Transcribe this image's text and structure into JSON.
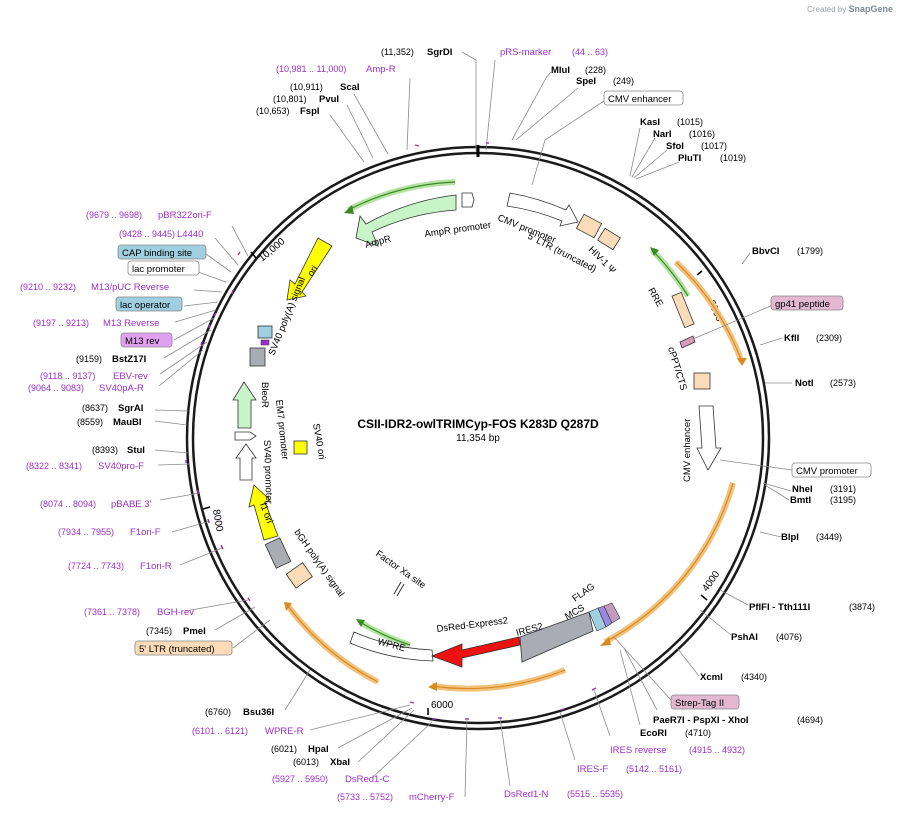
{
  "header": {
    "created_by": "Created by",
    "brand": "SnapGene"
  },
  "plasmid": {
    "name": "CSII-IDR2-owlTRIMCyp-FOS K283D Q287D",
    "size": "11,354 bp",
    "ticks": [
      "2000",
      "4000",
      "6000",
      "8000",
      "10,000"
    ]
  },
  "colors": {
    "backbone": "#1a1a1a",
    "enzyme": "#000000",
    "primer": "#9b30c8",
    "feature_amp": "#c8f5c8",
    "feature_ori": "#ffff00",
    "feature_ltr": "#fcdcb8",
    "feature_dsred": "#ee1111",
    "feature_ires": "#a9adb3",
    "feature_box_blue": "#9fcfe0",
    "feature_box_pink": "#e3b8d0",
    "feature_box_orange": "#fcdcb8",
    "feature_box_violet": "#e0a0f0"
  },
  "features": [
    {
      "label": "AmpR",
      "kind": "green-arrow"
    },
    {
      "label": "AmpR promoter",
      "kind": "white-arrow"
    },
    {
      "label": "CMV promoter",
      "kind": "white-arrow"
    },
    {
      "label": "5' LTR (truncated)",
      "kind": "ltr"
    },
    {
      "label": "HIV-1 Ψ",
      "kind": "ltr"
    },
    {
      "label": "RRE",
      "kind": "ltr"
    },
    {
      "label": "cPPT/CTS",
      "kind": "ltr"
    },
    {
      "label": "CMV enhancer",
      "kind": "white-arrow"
    },
    {
      "label": "ori",
      "kind": "yellow-arrow"
    },
    {
      "label": "SV40 poly(A) signal",
      "kind": "gray"
    },
    {
      "label": "BleoR",
      "kind": "green-arrow"
    },
    {
      "label": "EM7 promoter",
      "kind": "white-arrow"
    },
    {
      "label": "SV40 promoter",
      "kind": "white-arrow"
    },
    {
      "label": "SV40 ori",
      "kind": "yellow"
    },
    {
      "label": "f1 ori",
      "kind": "yellow-arrow"
    },
    {
      "label": "bGH poly(A) signal",
      "kind": "gray"
    },
    {
      "label": "Factor Xa site",
      "kind": "line"
    },
    {
      "label": "WPRE",
      "kind": "white-arrow"
    },
    {
      "label": "DsRed-Express2",
      "kind": "red-arrow"
    },
    {
      "label": "IRES2",
      "kind": "gray-arrow"
    },
    {
      "label": "MCS",
      "kind": "line"
    },
    {
      "label": "FLAG",
      "kind": "line"
    }
  ],
  "labels": [
    {
      "name": "SgrDI",
      "pos": "(11,352)",
      "type": "enzyme"
    },
    {
      "name": "pRS-marker",
      "pos": "(44 .. 63)",
      "type": "primer"
    },
    {
      "name": "MluI",
      "pos": "(228)",
      "type": "enzyme"
    },
    {
      "name": "SpeI",
      "pos": "(249)",
      "type": "enzyme"
    },
    {
      "name": "CMV enhancer",
      "pos": "",
      "type": "box-white"
    },
    {
      "name": "Amp-R",
      "pos": "(10,981 .. 11,000)",
      "type": "primer"
    },
    {
      "name": "ScaI",
      "pos": "(10,911)",
      "type": "enzyme"
    },
    {
      "name": "PvuI",
      "pos": "(10,801)",
      "type": "enzyme"
    },
    {
      "name": "FspI",
      "pos": "(10,653)",
      "type": "enzyme"
    },
    {
      "name": "KasI",
      "pos": "(1015)",
      "type": "enzyme"
    },
    {
      "name": "NarI",
      "pos": "(1016)",
      "type": "enzyme"
    },
    {
      "name": "SfoI",
      "pos": "(1017)",
      "type": "enzyme"
    },
    {
      "name": "PluTI",
      "pos": "(1019)",
      "type": "enzyme"
    },
    {
      "name": "pBR322ori-F",
      "pos": "(9679 .. 9698)",
      "type": "primer"
    },
    {
      "name": "L4440",
      "pos": "(9428 .. 9445)",
      "type": "primer"
    },
    {
      "name": "CAP binding site",
      "pos": "",
      "type": "box-blue"
    },
    {
      "name": "lac promoter",
      "pos": "",
      "type": "box-white"
    },
    {
      "name": "M13/pUC Reverse",
      "pos": "(9210 .. 9232)",
      "type": "primer"
    },
    {
      "name": "lac operator",
      "pos": "",
      "type": "box-blue"
    },
    {
      "name": "M13 Reverse",
      "pos": "(9197 .. 9213)",
      "type": "primer"
    },
    {
      "name": "M13 rev",
      "pos": "",
      "type": "box-violet"
    },
    {
      "name": "BstZ17I",
      "pos": "(9159)",
      "type": "enzyme"
    },
    {
      "name": "EBV-rev",
      "pos": "(9118 .. 9137)",
      "type": "primer"
    },
    {
      "name": "SV40pA-R",
      "pos": "(9064 .. 9083)",
      "type": "primer"
    },
    {
      "name": "SgrAI",
      "pos": "(8637)",
      "type": "enzyme"
    },
    {
      "name": "MauBI",
      "pos": "(8559)",
      "type": "enzyme"
    },
    {
      "name": "StuI",
      "pos": "(8393)",
      "type": "enzyme"
    },
    {
      "name": "SV40pro-F",
      "pos": "(8322 .. 8341)",
      "type": "primer"
    },
    {
      "name": "pBABE 3'",
      "pos": "(8074 .. 8094)",
      "type": "primer"
    },
    {
      "name": "F1ori-F",
      "pos": "(7934 .. 7955)",
      "type": "primer"
    },
    {
      "name": "F1ori-R",
      "pos": "(7724 .. 7743)",
      "type": "primer"
    },
    {
      "name": "BGH-rev",
      "pos": "(7361 .. 7378)",
      "type": "primer"
    },
    {
      "name": "PmeI",
      "pos": "(7345)",
      "type": "enzyme"
    },
    {
      "name": "5' LTR (truncated)",
      "pos": "",
      "type": "box-orange"
    },
    {
      "name": "Bsu36I",
      "pos": "(6760)",
      "type": "enzyme"
    },
    {
      "name": "WPRE-R",
      "pos": "(6101 .. 6121)",
      "type": "primer"
    },
    {
      "name": "HpaI",
      "pos": "(6021)",
      "type": "enzyme"
    },
    {
      "name": "XbaI",
      "pos": "(6013)",
      "type": "enzyme"
    },
    {
      "name": "DsRed1-C",
      "pos": "(5927 .. 5950)",
      "type": "primer"
    },
    {
      "name": "mCherry-F",
      "pos": "(5733 .. 5752)",
      "type": "primer"
    },
    {
      "name": "DsRed1-N",
      "pos": "(5515 .. 5535)",
      "type": "primer"
    },
    {
      "name": "IRES-F",
      "pos": "(5142 .. 5161)",
      "type": "primer"
    },
    {
      "name": "IRES reverse",
      "pos": "(4915 .. 4932)",
      "type": "primer"
    },
    {
      "name": "EcoRI",
      "pos": "(4710)",
      "type": "enzyme"
    },
    {
      "name": "PaeR7I - PspXI - XhoI",
      "pos": "(4694)",
      "type": "enzyme"
    },
    {
      "name": "Strep-Tag II",
      "pos": "",
      "type": "box-pink"
    },
    {
      "name": "XcmI",
      "pos": "(4340)",
      "type": "enzyme"
    },
    {
      "name": "PshAI",
      "pos": "(4076)",
      "type": "enzyme"
    },
    {
      "name": "PflFI - Tth111I",
      "pos": "(3874)",
      "type": "enzyme"
    },
    {
      "name": "BlpI",
      "pos": "(3449)",
      "type": "enzyme"
    },
    {
      "name": "NheI",
      "pos": "(3191)",
      "type": "enzyme"
    },
    {
      "name": "BmtI",
      "pos": "(3195)",
      "type": "enzyme"
    },
    {
      "name": "CMV promoter",
      "pos": "",
      "type": "box-white"
    },
    {
      "name": "NotI",
      "pos": "(2573)",
      "type": "enzyme"
    },
    {
      "name": "KflI",
      "pos": "(2309)",
      "type": "enzyme"
    },
    {
      "name": "gp41 peptide",
      "pos": "",
      "type": "box-pink"
    },
    {
      "name": "BbvCI",
      "pos": "(1799)",
      "type": "enzyme"
    }
  ]
}
